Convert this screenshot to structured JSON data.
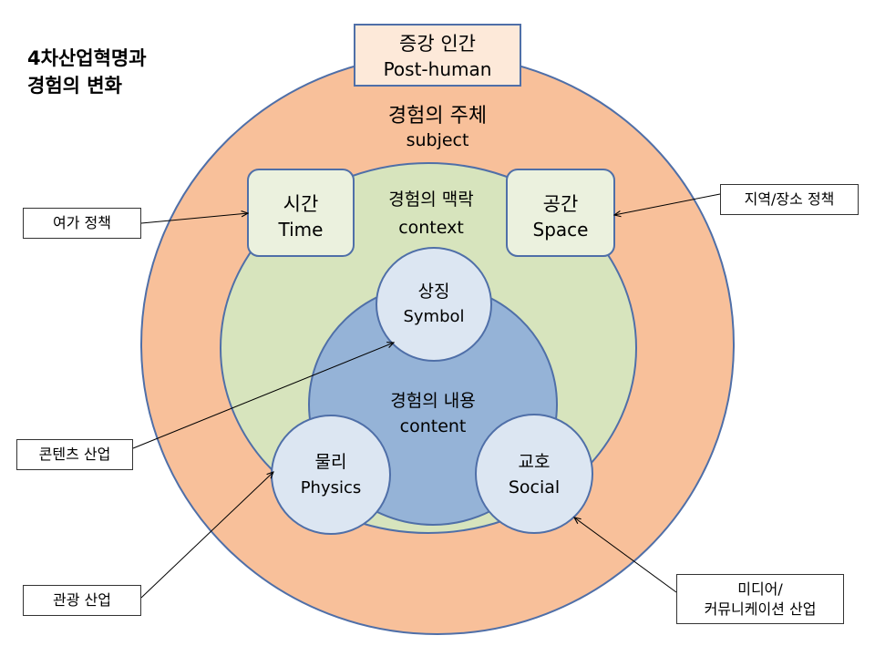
{
  "title": {
    "line1": "4차산업혁명과",
    "line2": "경험의 변화"
  },
  "top_box": {
    "ko": "증강 인간",
    "en": "Post-human"
  },
  "outer_ring": {
    "ko": "경험의 주체",
    "en": "subject",
    "color": "#F8C09A"
  },
  "middle_ring": {
    "ko": "경험의 맥락",
    "en": "context",
    "color": "#D7E4BD"
  },
  "inner_circle": {
    "ko": "경험의 내용",
    "en": "content",
    "color": "#95B3D7"
  },
  "context_boxes": {
    "time": {
      "ko": "시간",
      "en": "Time"
    },
    "space": {
      "ko": "공간",
      "en": "Space"
    }
  },
  "content_circles": {
    "symbol": {
      "ko": "상징",
      "en": "Symbol"
    },
    "physics": {
      "ko": "물리",
      "en": "Physics"
    },
    "social": {
      "ko": "교호",
      "en": "Social"
    }
  },
  "callouts": {
    "leisure": "여가 정책",
    "region": "지역/장소 정책",
    "content_industry": "콘텐츠 산업",
    "tourism": "관광 산업",
    "media_line1": "미디어/",
    "media_line2": "커뮤니케이션 산업"
  },
  "colors": {
    "stroke": "#4F6FA8",
    "small_circle_fill": "#DCE6F2",
    "context_box_fill": "#EBF1DE",
    "top_box_fill": "#FDE9D9",
    "top_box_border": "#4F6FA8"
  }
}
